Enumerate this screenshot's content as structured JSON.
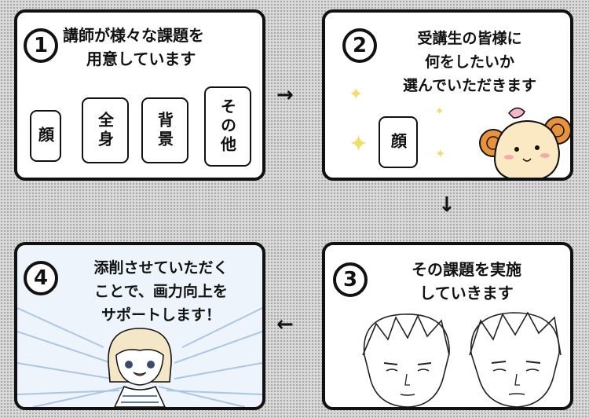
{
  "steps": [
    {
      "number": "1",
      "text_line1": "講師が様々な課題を",
      "text_line2": "用意しています"
    },
    {
      "number": "2",
      "text_line1": "受講生の皆様に",
      "text_line2": "何をしたいか",
      "text_line3": "選んでいただきます"
    },
    {
      "number": "3",
      "text_line1": "その課題を実施",
      "text_line2": "していきます"
    },
    {
      "number": "4",
      "text_line1": "添削させていただく",
      "text_line2": "ことで、画力向上を",
      "text_line3": "サポートします！"
    }
  ],
  "task_cards": [
    "顔",
    "全身",
    "背景",
    "その他"
  ],
  "chosen_card": "顔",
  "arrows": {
    "right": "→",
    "down": "↓",
    "left": "←"
  },
  "colors": {
    "border": "#111111",
    "background_dots": "#9a9a9a",
    "sparkle": "#f2dc6a",
    "sheep_wool": "#fbe9c4",
    "sheep_horn": "#e8923a",
    "speed_lines": "#8fb3d9"
  }
}
